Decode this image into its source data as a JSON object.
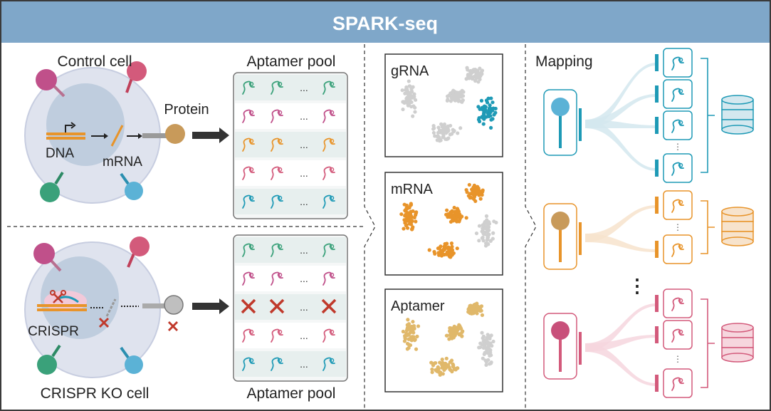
{
  "title": "SPARK-seq",
  "colors": {
    "header": "#7fa7c9",
    "teal": "#1e9ab6",
    "orange": "#e8942a",
    "gold": "#e0b86a",
    "pink": "#d35a7b",
    "magenta": "#c0508a",
    "green": "#3aa17a",
    "gray": "#cfcfcf"
  },
  "left_panel": {
    "control_cell_label": "Control cell",
    "dna_label": "DNA",
    "mrna_label": "mRNA",
    "protein_label": "Protein",
    "ko_cell_label": "CRISPR KO cell",
    "crispr_label": "CRISPR",
    "pool_top_label": "Aptamer pool",
    "pool_bottom_label": "Aptamer pool",
    "ellipsis": "..."
  },
  "middle_panel": {
    "plots": [
      {
        "label": "gRNA"
      },
      {
        "label": "mRNA"
      },
      {
        "label": "Aptamer"
      }
    ]
  },
  "right_panel": {
    "mapping_label": "Mapping",
    "vertical_ellipsis": "⋮",
    "groups": [
      {
        "color_key": "teal",
        "icon": "database-icon"
      },
      {
        "color_key": "orange",
        "icon": "database-icon"
      },
      {
        "color_key": "pink",
        "icon": "database-icon"
      }
    ]
  }
}
